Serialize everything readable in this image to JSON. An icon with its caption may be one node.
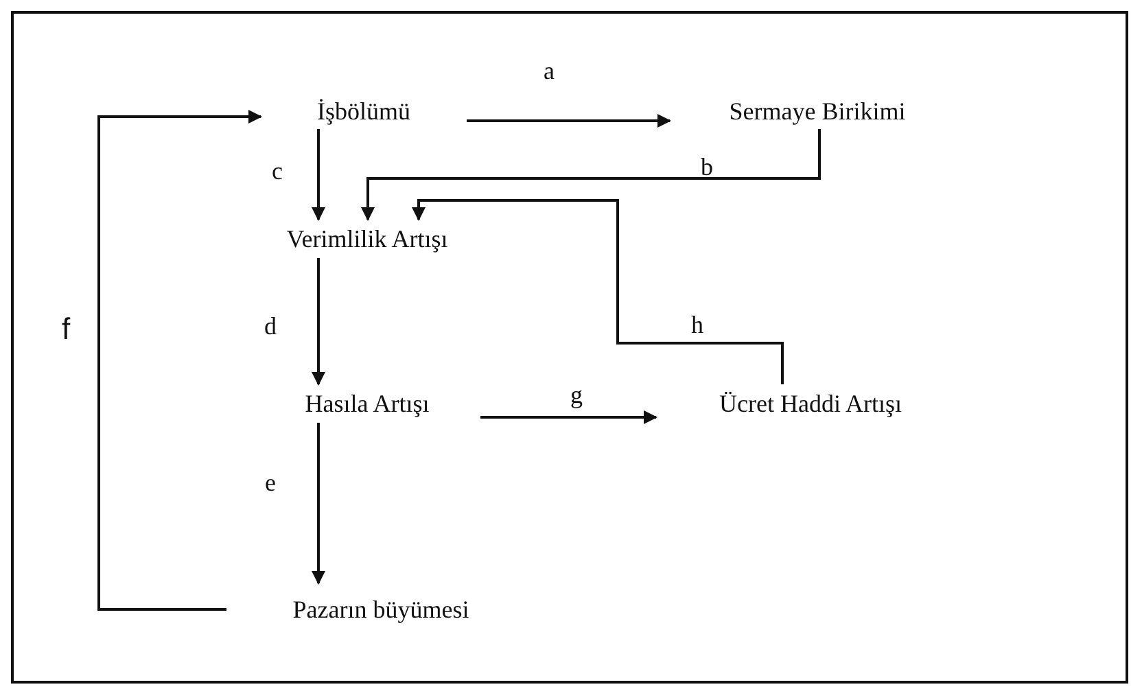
{
  "diagram": {
    "nodes": [
      {
        "text": [
          "İşbölümü"
        ]
      },
      {
        "text": [
          "Sermaye Birikimi"
        ]
      },
      {
        "text": [
          "Verimlilik Artışı"
        ]
      },
      {
        "text": [
          "Hasıla Artışı"
        ]
      },
      {
        "text": [
          "Ücret Haddi Artışı"
        ]
      },
      {
        "text": [
          "Pazarın büyümesi"
        ]
      }
    ],
    "edges": [
      {
        "from": 0,
        "to": 1,
        "arrow": "to",
        "label": "a"
      },
      {
        "from": 1,
        "to": 2,
        "arrow": "to",
        "label": "b"
      },
      {
        "from": 0,
        "to": 2,
        "arrow": "to",
        "label": "c"
      },
      {
        "from": 2,
        "to": 3,
        "arrow": "to",
        "label": "d"
      },
      {
        "from": 3,
        "to": 5,
        "arrow": "to",
        "label": "e"
      },
      {
        "from": 5,
        "to": 0,
        "arrow": "to",
        "label": "f"
      },
      {
        "from": 3,
        "to": 4,
        "arrow": "to",
        "label": "g"
      },
      {
        "from": 4,
        "to": 2,
        "arrow": "to",
        "label": "h"
      }
    ]
  }
}
